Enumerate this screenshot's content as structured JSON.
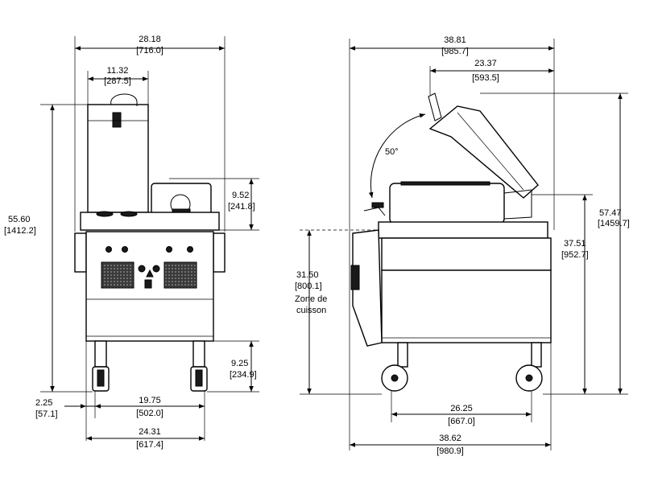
{
  "front_view": {
    "overall_width": {
      "in": "28.18",
      "mm": "[716.0]"
    },
    "hopper_width": {
      "in": "11.32",
      "mm": "[287.5]"
    },
    "overall_height": {
      "in": "55.60",
      "mm": "[1412.2]"
    },
    "platen_height": {
      "in": "9.52",
      "mm": "[241.8]"
    },
    "caster_height": {
      "in": "9.25",
      "mm": "[234.9]"
    },
    "side_offset": {
      "in": "2.25",
      "mm": "[57.1]"
    },
    "caster_spacing": {
      "in": "19.75",
      "mm": "[502.0]"
    },
    "base_width": {
      "in": "24.31",
      "mm": "[617.4]"
    }
  },
  "side_view": {
    "overall_width": {
      "in": "38.81",
      "mm": "[985.7]"
    },
    "platen_depth": {
      "in": "23.37",
      "mm": "[593.5]"
    },
    "open_angle": "50°",
    "overall_height": {
      "in": "57.47",
      "mm": "[1459.7]"
    },
    "closed_height": {
      "in": "37.51",
      "mm": "[952.7]"
    },
    "cooking_height": {
      "in": "31.50",
      "mm": "[800.1]",
      "label_line1": "Zone de",
      "label_line2": "cuisson"
    },
    "caster_spacing": {
      "in": "26.25",
      "mm": "[667.0]"
    },
    "base_width": {
      "in": "38.62",
      "mm": "[980.9]"
    }
  }
}
